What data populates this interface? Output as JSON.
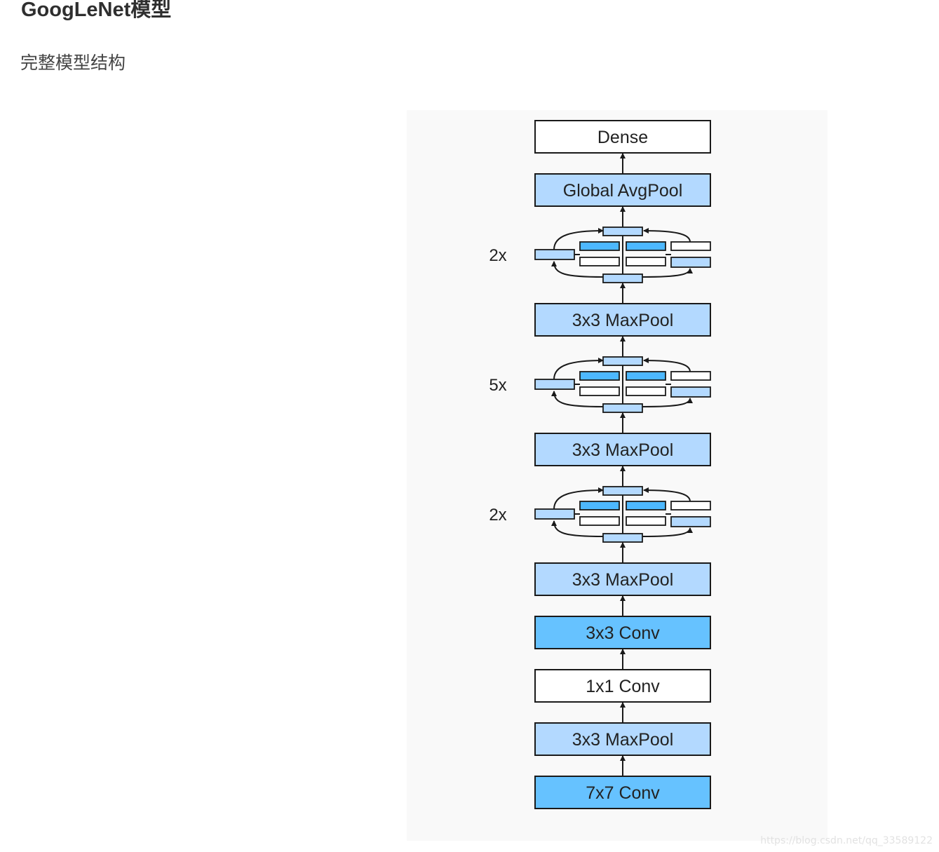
{
  "page": {
    "title": "GoogLeNet模型",
    "subtitle": "完整模型结构",
    "watermark": "https://blog.csdn.net/qq_33589122"
  },
  "diagram": {
    "colors": {
      "white": "#ffffff",
      "pool": "#b3d9ff",
      "conv": "#66c2ff",
      "inception_fill": "#4db8ff",
      "stroke": "#1a1a1a",
      "background": "#f9f9f9"
    },
    "layers": [
      {
        "name": "layer-dense",
        "label": "Dense",
        "kind": "white"
      },
      {
        "name": "layer-global-avgpool",
        "label": "Global AvgPool",
        "kind": "pool"
      },
      {
        "name": "inception-block-3",
        "label": "",
        "kind": "inception",
        "repeat": "2x"
      },
      {
        "name": "layer-maxpool-4",
        "label": "3x3 MaxPool",
        "kind": "pool"
      },
      {
        "name": "inception-block-2",
        "label": "",
        "kind": "inception",
        "repeat": "5x"
      },
      {
        "name": "layer-maxpool-3",
        "label": "3x3 MaxPool",
        "kind": "pool"
      },
      {
        "name": "inception-block-1",
        "label": "",
        "kind": "inception",
        "repeat": "2x"
      },
      {
        "name": "layer-maxpool-2",
        "label": "3x3 MaxPool",
        "kind": "pool"
      },
      {
        "name": "layer-conv-3x3",
        "label": "3x3 Conv",
        "kind": "conv"
      },
      {
        "name": "layer-conv-1x1",
        "label": "1x1 Conv",
        "kind": "white"
      },
      {
        "name": "layer-maxpool-1",
        "label": "3x3 MaxPool",
        "kind": "pool"
      },
      {
        "name": "layer-conv-7x7",
        "label": "7x7 Conv",
        "kind": "conv"
      }
    ]
  }
}
